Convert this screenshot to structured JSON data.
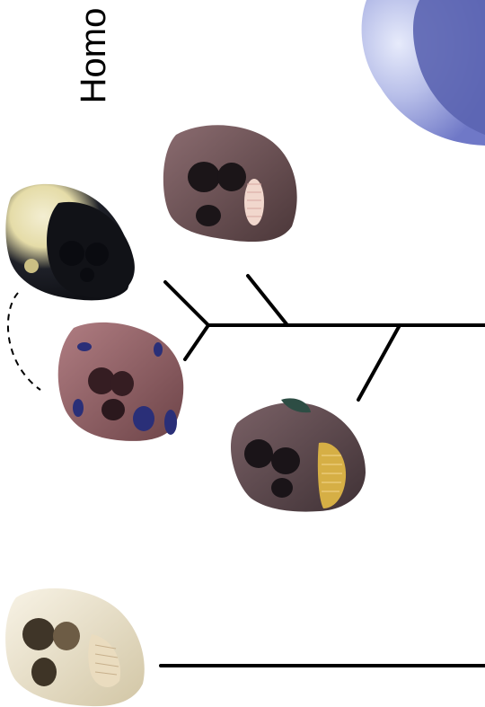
{
  "diagram": {
    "genus_label": "Homo",
    "colors": {
      "branch_line": "#000000",
      "globe_light": "#dfe3f5",
      "globe_mid": "#9aa3dc",
      "globe_dark": "#5862b8",
      "skull_light": "#f1ecd6",
      "skull_dark_black": "#161820",
      "skull_reddish": "#8f5a60",
      "skull_brown": "#6e5054",
      "skull_grey_brown": "#5e4a4f"
    },
    "skulls": [
      {
        "name": "skull-homo-pale-black",
        "style": "pale-black"
      },
      {
        "name": "skull-top-brown",
        "style": "brown"
      },
      {
        "name": "skull-reddish",
        "style": "reddish"
      },
      {
        "name": "skull-grey-brown",
        "style": "grey-brown"
      },
      {
        "name": "skull-ivory",
        "style": "ivory"
      }
    ]
  }
}
